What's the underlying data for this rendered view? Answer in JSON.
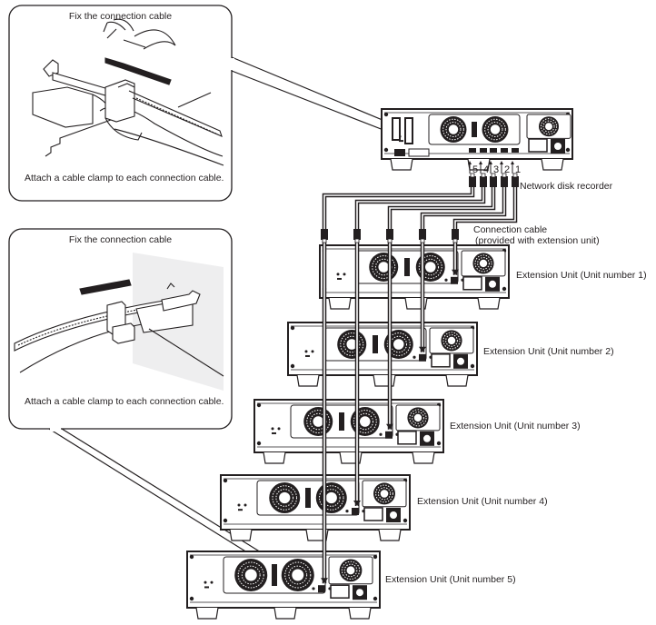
{
  "callouts": [
    {
      "title": "Fix the connection cable",
      "note": "Attach a cable clamp to each connection cable.",
      "variant": "recorder-side"
    },
    {
      "title": "Fix the connection cable",
      "note": "Attach a cable clamp to each connection cable.",
      "variant": "extension-side"
    }
  ],
  "recorder": {
    "label": "Network disk recorder",
    "ports": [
      "5",
      "4",
      "3",
      "2",
      "1"
    ]
  },
  "cable": {
    "label_line1": "Connection cable",
    "label_line2": "(provided with extension unit)"
  },
  "extension_units": [
    {
      "label": "Extension Unit (Unit number 1)",
      "port": "1"
    },
    {
      "label": "Extension Unit (Unit number 2)",
      "port": "2"
    },
    {
      "label": "Extension Unit (Unit number 3)",
      "port": "3"
    },
    {
      "label": "Extension Unit (Unit number 4)",
      "port": "4"
    },
    {
      "label": "Extension Unit (Unit number 5)",
      "port": "5"
    }
  ],
  "colors": {
    "line": "#231f20",
    "panel_shade": "#eeeeef"
  }
}
